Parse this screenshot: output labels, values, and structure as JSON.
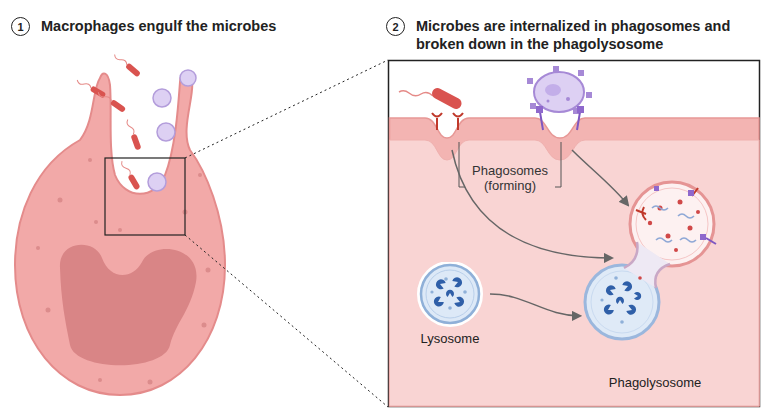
{
  "diagram": {
    "nodes": [
      {
        "text": [
          "1",
          "Macrophages engulf the microbes"
        ]
      },
      {
        "text": [
          "2",
          "Microbes are internalized in phagosomes and broken down in the phagolysosome"
        ]
      },
      {
        "text": [
          "Lysosome"
        ]
      },
      {
        "text": [
          "Phagolysosome"
        ]
      }
    ],
    "edges": [
      {
        "from": 2,
        "to": 3,
        "arrow": "to"
      }
    ],
    "labels": [
      "Phagosomes (forming)"
    ]
  }
}
